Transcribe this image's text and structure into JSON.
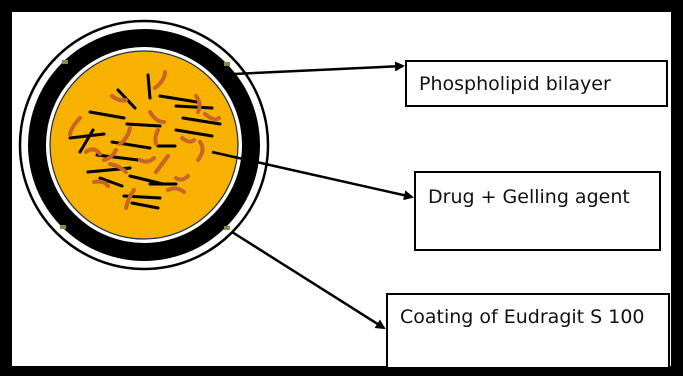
{
  "labels": {
    "phospholipid": "Phospholipid bilayer",
    "drug": "Drug + Gelling agent",
    "coating": "Coating of Eudragit S 100"
  },
  "colors": {
    "core": "#f7b200",
    "coating_ring": "#000000",
    "drug_strand": "#c8642a",
    "gel_strand": "#000000",
    "arrow": "#000000"
  }
}
